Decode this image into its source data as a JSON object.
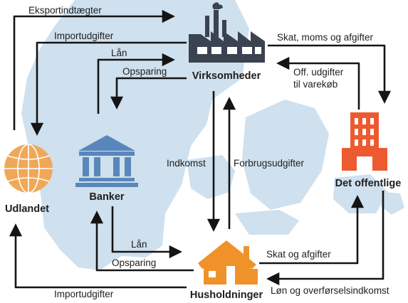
{
  "nodes": {
    "virksomheder": "Virksomheder",
    "det_offentlige": "Det offentlige",
    "husholdninger": "Husholdninger",
    "banker": "Banker",
    "udlandet": "Udlandet"
  },
  "flows": {
    "eksportindtaegter": "Eksportindtægter",
    "importudgifter_top": "Importudgifter",
    "laan_top": "Lån",
    "opsparing_top": "Opsparing",
    "skat_moms": "Skat, moms og afgifter",
    "off_udgifter_line1": "Off. udgifter",
    "off_udgifter_line2": "til varekøb",
    "indkomst": "Indkomst",
    "forbrugsudgifter": "Forbrugsudgifter",
    "laan_bottom": "Lån",
    "opsparing_bottom": "Opsparing",
    "skat_afgifter": "Skat og afgifter",
    "loen": "Løn og overførselsindkomst",
    "importudgifter_bottom": "Importudgifter"
  },
  "colors": {
    "map": "#cfe0ee",
    "globe": "#f0a858",
    "factory": "#3b4250",
    "bank": "#5a87bb",
    "house": "#f0922a",
    "government": "#ee5a30",
    "arrow": "#141414"
  },
  "icons": {
    "globe": "globe-icon",
    "factory": "factory-icon",
    "bank": "bank-icon",
    "house": "house-icon",
    "government": "government-building-icon"
  }
}
